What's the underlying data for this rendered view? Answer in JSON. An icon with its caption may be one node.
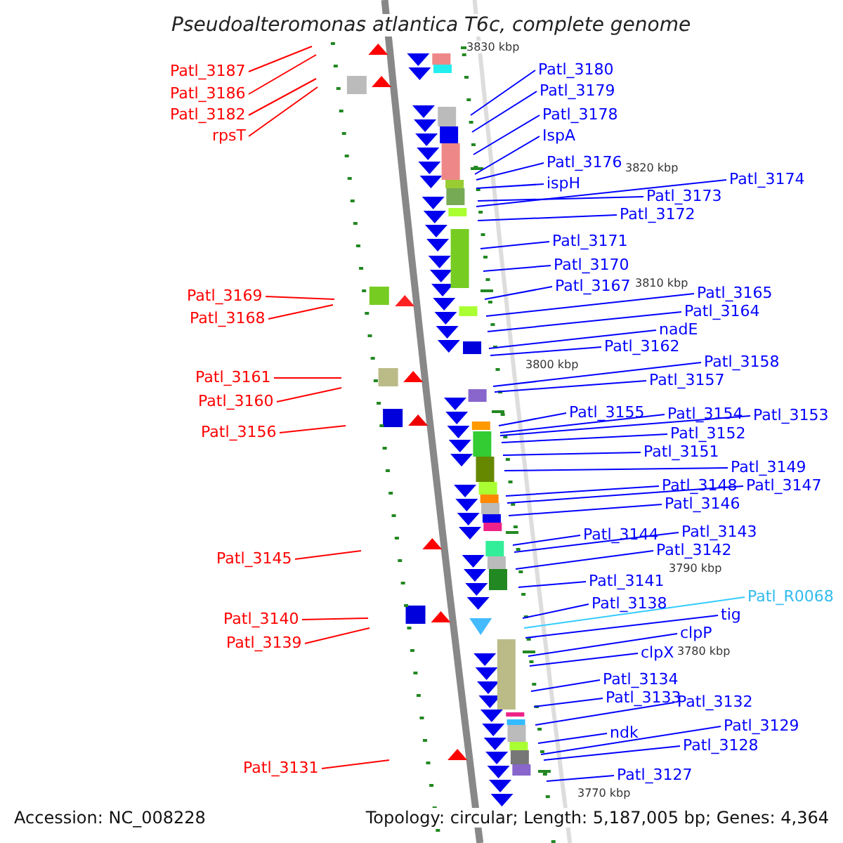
{
  "diagram": {
    "title": "Pseudoalteromonas atlantica T6c, complete genome",
    "nodes": [
      {
        "text": [
          "Patl_3187"
        ]
      },
      {
        "text": [
          "Patl_3186"
        ]
      },
      {
        "text": [
          "Patl_3182"
        ]
      },
      {
        "text": [
          "rpsT"
        ]
      },
      {
        "text": [
          "Patl_3169"
        ]
      },
      {
        "text": [
          "Patl_3168"
        ]
      },
      {
        "text": [
          "Patl_3161"
        ]
      },
      {
        "text": [
          "Patl_3160"
        ]
      },
      {
        "text": [
          "Patl_3156"
        ]
      },
      {
        "text": [
          "Patl_3145"
        ]
      },
      {
        "text": [
          "Patl_3140"
        ]
      },
      {
        "text": [
          "Patl_3139"
        ]
      },
      {
        "text": [
          "Patl_3131"
        ]
      },
      {
        "text": [
          "Patl_3180"
        ]
      },
      {
        "text": [
          "Patl_3179"
        ]
      },
      {
        "text": [
          "Patl_3178"
        ]
      },
      {
        "text": [
          "IspA"
        ]
      },
      {
        "text": [
          "Patl_3176"
        ]
      },
      {
        "text": [
          "ispH"
        ]
      },
      {
        "text": [
          "Patl_3174"
        ]
      },
      {
        "text": [
          "Patl_3173"
        ]
      },
      {
        "text": [
          "Patl_3172"
        ]
      },
      {
        "text": [
          "Patl_3171"
        ]
      },
      {
        "text": [
          "Patl_3170"
        ]
      },
      {
        "text": [
          "Patl_3167"
        ]
      },
      {
        "text": [
          "Patl_3165"
        ]
      },
      {
        "text": [
          "Patl_3164"
        ]
      },
      {
        "text": [
          "nadE"
        ]
      },
      {
        "text": [
          "Patl_3162"
        ]
      },
      {
        "text": [
          "Patl_3158"
        ]
      },
      {
        "text": [
          "Patl_3157"
        ]
      },
      {
        "text": [
          "Patl_3155"
        ]
      },
      {
        "text": [
          "Patl_3154"
        ]
      },
      {
        "text": [
          "Patl_3153"
        ]
      },
      {
        "text": [
          "Patl_3152"
        ]
      },
      {
        "text": [
          "Patl_3151"
        ]
      },
      {
        "text": [
          "Patl_3149"
        ]
      },
      {
        "text": [
          "Patl_3148"
        ]
      },
      {
        "text": [
          "Patl_3147"
        ]
      },
      {
        "text": [
          "Patl_3146"
        ]
      },
      {
        "text": [
          "Patl_3144"
        ]
      },
      {
        "text": [
          "Patl_3143"
        ]
      },
      {
        "text": [
          "Patl_3142"
        ]
      },
      {
        "text": [
          "Patl_3141"
        ]
      },
      {
        "text": [
          "Patl_3138"
        ]
      },
      {
        "text": [
          "Patl_R0068"
        ]
      },
      {
        "text": [
          "tig"
        ]
      },
      {
        "text": [
          "clpP"
        ]
      },
      {
        "text": [
          "clpX"
        ]
      },
      {
        "text": [
          "Patl_3134"
        ]
      },
      {
        "text": [
          "Patl_3133"
        ]
      },
      {
        "text": [
          "Patl_3132"
        ]
      },
      {
        "text": [
          "ndk"
        ]
      },
      {
        "text": [
          "Patl_3129"
        ]
      },
      {
        "text": [
          "Patl_3128"
        ]
      },
      {
        "text": [
          "Patl_3127"
        ]
      }
    ],
    "edges": [
      {
        "from": 0,
        "to": null,
        "arrow": "none",
        "color": "#ff0000"
      },
      {
        "from": 1,
        "to": null,
        "arrow": "none",
        "color": "#ff0000"
      },
      {
        "from": 2,
        "to": null,
        "arrow": "none",
        "color": "#ff0000"
      },
      {
        "from": 3,
        "to": null,
        "arrow": "none",
        "color": "#ff0000"
      },
      {
        "from": 4,
        "to": null,
        "arrow": "none",
        "color": "#ff0000"
      },
      {
        "from": 5,
        "to": null,
        "arrow": "none",
        "color": "#ff0000"
      },
      {
        "from": 6,
        "to": null,
        "arrow": "none",
        "color": "#ff0000"
      },
      {
        "from": 7,
        "to": null,
        "arrow": "none",
        "color": "#ff0000"
      },
      {
        "from": 8,
        "to": null,
        "arrow": "none",
        "color": "#ff0000"
      },
      {
        "from": 9,
        "to": null,
        "arrow": "none",
        "color": "#ff0000"
      },
      {
        "from": 10,
        "to": null,
        "arrow": "none",
        "color": "#ff0000"
      },
      {
        "from": 11,
        "to": null,
        "arrow": "none",
        "color": "#ff0000"
      },
      {
        "from": 12,
        "to": null,
        "arrow": "none",
        "color": "#ff0000"
      },
      {
        "from": 13,
        "to": null,
        "arrow": "none"
      },
      {
        "from": 14,
        "to": null,
        "arrow": "none"
      },
      {
        "from": 15,
        "to": null,
        "arrow": "none"
      },
      {
        "from": 16,
        "to": null,
        "arrow": "none"
      },
      {
        "from": 17,
        "to": null,
        "arrow": "none"
      },
      {
        "from": 18,
        "to": null,
        "arrow": "none"
      },
      {
        "from": 19,
        "to": null,
        "arrow": "none"
      },
      {
        "from": 20,
        "to": null,
        "arrow": "none"
      },
      {
        "from": 21,
        "to": null,
        "arrow": "none"
      },
      {
        "from": 22,
        "to": null,
        "arrow": "none"
      },
      {
        "from": 23,
        "to": null,
        "arrow": "none"
      },
      {
        "from": 24,
        "to": null,
        "arrow": "none"
      },
      {
        "from": 25,
        "to": null,
        "arrow": "none"
      },
      {
        "from": 26,
        "to": null,
        "arrow": "none"
      },
      {
        "from": 27,
        "to": null,
        "arrow": "none"
      },
      {
        "from": 28,
        "to": null,
        "arrow": "none"
      },
      {
        "from": 29,
        "to": null,
        "arrow": "none"
      },
      {
        "from": 30,
        "to": null,
        "arrow": "none"
      },
      {
        "from": 31,
        "to": null,
        "arrow": "none"
      },
      {
        "from": 32,
        "to": null,
        "arrow": "none"
      },
      {
        "from": 33,
        "to": null,
        "arrow": "none"
      },
      {
        "from": 34,
        "to": null,
        "arrow": "none"
      },
      {
        "from": 35,
        "to": null,
        "arrow": "none"
      },
      {
        "from": 36,
        "to": null,
        "arrow": "none"
      },
      {
        "from": 37,
        "to": null,
        "arrow": "none"
      },
      {
        "from": 38,
        "to": null,
        "arrow": "none"
      },
      {
        "from": 39,
        "to": null,
        "arrow": "none"
      },
      {
        "from": 40,
        "to": null,
        "arrow": "none"
      },
      {
        "from": 41,
        "to": null,
        "arrow": "none"
      },
      {
        "from": 42,
        "to": null,
        "arrow": "none"
      },
      {
        "from": 43,
        "to": null,
        "arrow": "none"
      },
      {
        "from": 44,
        "to": null,
        "arrow": "none"
      },
      {
        "from": 45,
        "to": null,
        "arrow": "none",
        "color": "#33ccff"
      },
      {
        "from": 46,
        "to": null,
        "arrow": "none"
      },
      {
        "from": 47,
        "to": null,
        "arrow": "none"
      },
      {
        "from": 48,
        "to": null,
        "arrow": "none"
      },
      {
        "from": 49,
        "to": null,
        "arrow": "none"
      },
      {
        "from": 50,
        "to": null,
        "arrow": "none"
      },
      {
        "from": 51,
        "to": null,
        "arrow": "none"
      },
      {
        "from": 52,
        "to": null,
        "arrow": "none"
      },
      {
        "from": 53,
        "to": null,
        "arrow": "none"
      },
      {
        "from": 54,
        "to": null,
        "arrow": "none"
      },
      {
        "from": 55,
        "to": null,
        "arrow": "none"
      }
    ],
    "labels": [
      "3830 kbp",
      "3820 kbp",
      "3810 kbp",
      "3800 kbp",
      "3790 kbp",
      "3780 kbp",
      "3770 kbp",
      "Accession: NC_008228",
      "Topology: circular; Length: 5,187,005 bp; Genes: 4,364"
    ]
  }
}
